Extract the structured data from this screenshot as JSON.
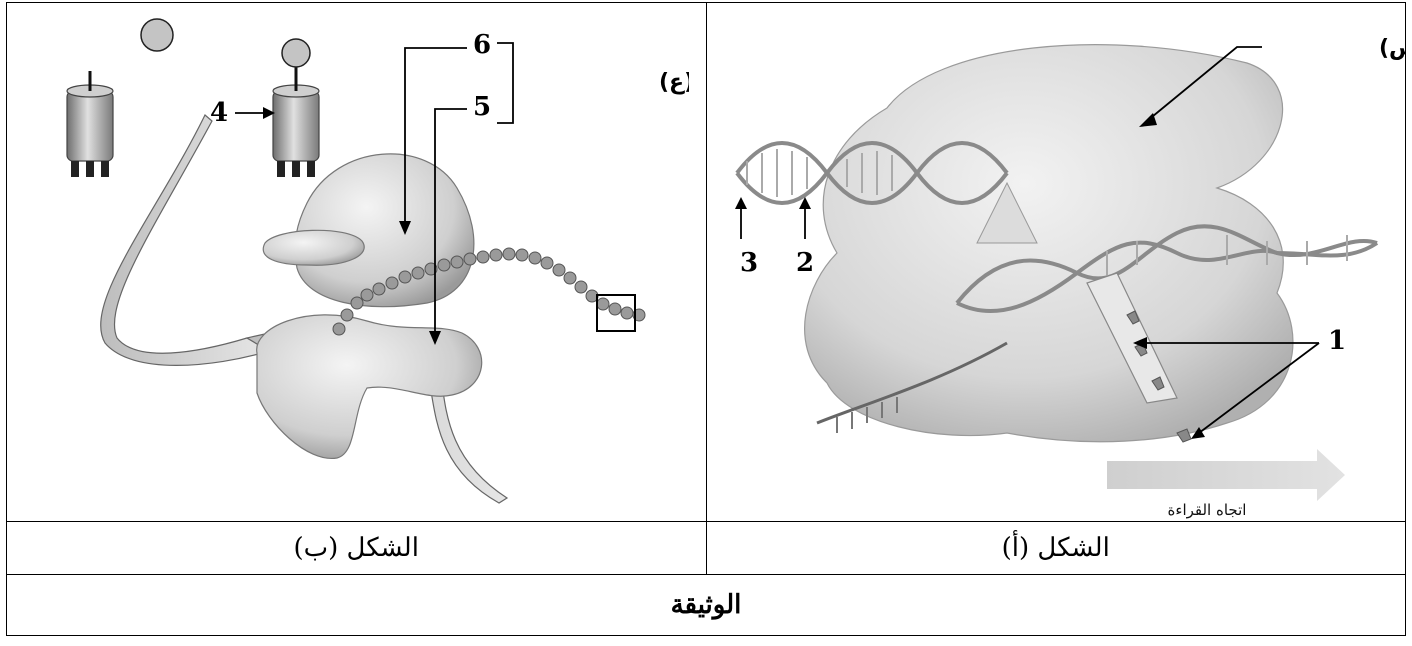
{
  "figure_b": {
    "caption": "الشكل (ب)",
    "element_label": "العنصر(ع)",
    "num_6": "6",
    "num_5": "5",
    "num_4": "4"
  },
  "figure_a": {
    "caption": "الشكل (أ)",
    "element_label": "العنصر (س)",
    "num_1": "1",
    "num_2": "2",
    "num_3": "3",
    "reading_direction": "اتجاه القراءة"
  },
  "footer": {
    "title": "الوثيقة"
  }
}
